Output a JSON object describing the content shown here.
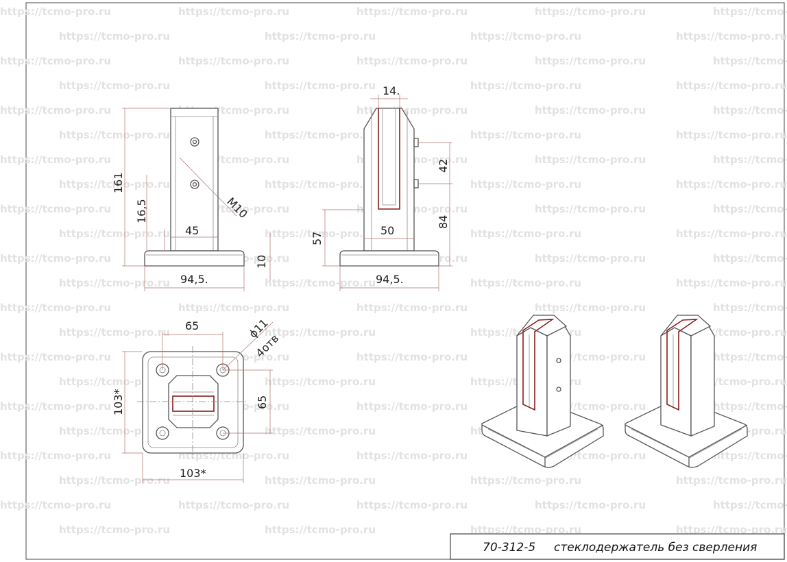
{
  "watermark": "https://tcmo-pro.ru",
  "front_view": {
    "height_total": "161",
    "height_lower": "16,5",
    "thread": "M10",
    "body_width": "45",
    "base_thickness": "10",
    "base_width": "94,5."
  },
  "side_view": {
    "slot_width": "14.",
    "hole_spacing": "42",
    "height_left": "57",
    "height_right": "84",
    "body_width": "50",
    "base_width": "94,5."
  },
  "top_view": {
    "hole_spacing_x": "65",
    "hole_diameter": "ϕ11",
    "hole_count": "4отв",
    "base_height": "103*",
    "hole_spacing_y": "65",
    "base_width": "103*"
  },
  "title_block": {
    "code": "70-312-5",
    "description": "стеклодержатель без сверления"
  },
  "colors": {
    "accent": "#8b1a1a",
    "line": "#555555"
  }
}
